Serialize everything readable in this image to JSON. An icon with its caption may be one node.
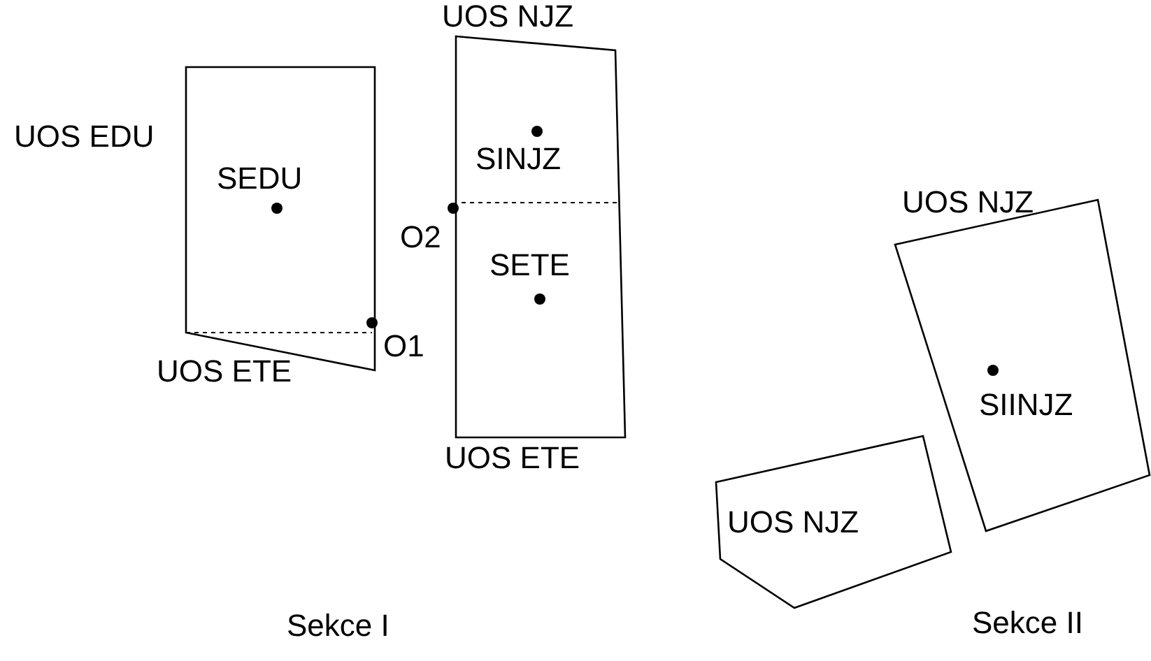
{
  "diagram": {
    "nodes": [
      {
        "text": [
          "SEDU"
        ]
      },
      {
        "text": [
          "SINJZ",
          "SETE"
        ]
      },
      {
        "text": [
          "SIINJZ"
        ]
      },
      {
        "text": [
          "UOS NJZ"
        ]
      }
    ],
    "edges": [],
    "labels": [
      "UOS NJZ",
      "UOS EDU",
      "UOS NJZ",
      "O2",
      "UOS ETE",
      "O1",
      "UOS ETE",
      "Sekce I",
      "Sekce II"
    ]
  }
}
